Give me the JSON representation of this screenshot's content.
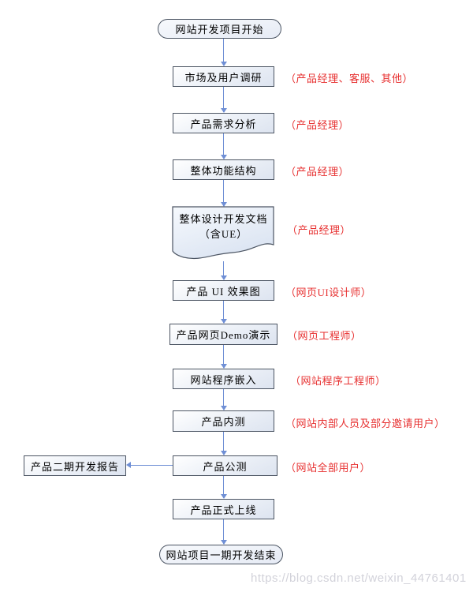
{
  "page": {
    "watermark": "https://blog.csdn.net/weixin_44761401"
  },
  "colors": {
    "node-border": "#4c5563",
    "node-fill-top": "#ffffff",
    "node-fill-bottom": "#dde4f0",
    "terminal-fill": "#e6ebf5",
    "arrow": "#6f8fd5",
    "annotation": "#e73030",
    "watermark": "#d2d2da",
    "text": "#000000"
  },
  "flowchart": {
    "start": {
      "label": "网站开发项目开始",
      "shape": "terminator"
    },
    "steps": [
      {
        "label": "市场及用户调研",
        "annotation": "（产品经理、客服、其他）",
        "shape": "process"
      },
      {
        "label": "产品需求分析",
        "annotation": "（产品经理）",
        "shape": "process"
      },
      {
        "label": "整体功能结构",
        "annotation": "（产品经理）",
        "shape": "process"
      },
      {
        "label": "整体设计开发文档",
        "label2": "（含UE）",
        "annotation": "（产品经理）",
        "shape": "document"
      },
      {
        "label": "产品 UI 效果图",
        "annotation": "（网页UI设计师）",
        "shape": "process"
      },
      {
        "label": "产品网页Demo演示",
        "annotation": "（网页工程师）",
        "shape": "process"
      },
      {
        "label": "网站程序嵌入",
        "annotation": "（网站程序工程师）",
        "shape": "process"
      },
      {
        "label": "产品内测",
        "annotation": "（网站内部人员及部分邀请用户）",
        "shape": "process"
      },
      {
        "label": "产品公测",
        "annotation": "（网站全部用户）",
        "shape": "process"
      },
      {
        "label": "产品正式上线",
        "annotation": "",
        "shape": "process"
      }
    ],
    "side_branch": {
      "label": "产品二期开发报告",
      "from": "产品公测",
      "direction": "left"
    },
    "end": {
      "label": "网站项目一期开发结束",
      "shape": "terminator"
    }
  }
}
